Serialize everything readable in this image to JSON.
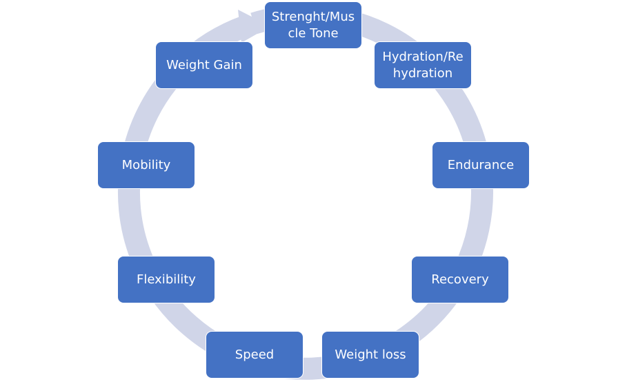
{
  "diagram": {
    "type": "cycle",
    "colors": {
      "node_fill": "#4472c4",
      "node_text": "#ffffff",
      "ring": "#d0d5e8"
    },
    "nodes": [
      {
        "label": "Strenght/Muscle Tone"
      },
      {
        "label": "Hydration/Rehydration"
      },
      {
        "label": "Endurance"
      },
      {
        "label": "Recovery"
      },
      {
        "label": "Weight loss"
      },
      {
        "label": "Speed"
      },
      {
        "label": "Flexibility"
      },
      {
        "label": "Mobility"
      },
      {
        "label": "Weight Gain"
      }
    ]
  }
}
